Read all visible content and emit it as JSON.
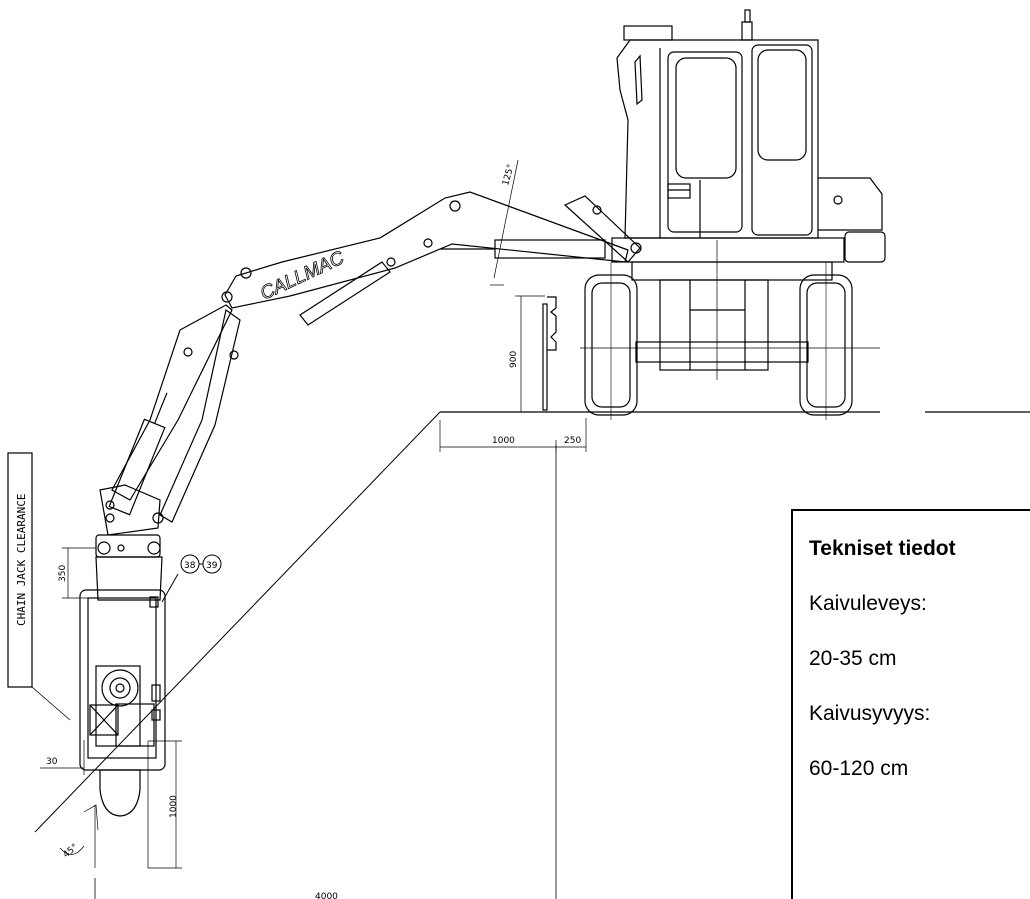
{
  "drawing": {
    "brand_text": "CALLMAC",
    "side_label": "CHAIN JACK CLEARANCE",
    "callouts": [
      "38",
      "39"
    ],
    "dimensions": {
      "ground_offset": "1000",
      "wheel_offset": "250",
      "height_900": "900",
      "chain_350": "350",
      "gap_30": "30",
      "depth_1000": "1000",
      "bottom_4000": "4000",
      "angle_45": "45°",
      "angle_125": "125°"
    }
  },
  "specs": {
    "title": "Tekniset tiedot",
    "rows": [
      {
        "label": "Kaivuleveys:"
      },
      {
        "label": "20-35 cm"
      },
      {
        "label": "Kaivusyvyys:"
      },
      {
        "label": "60-120 cm"
      }
    ]
  }
}
